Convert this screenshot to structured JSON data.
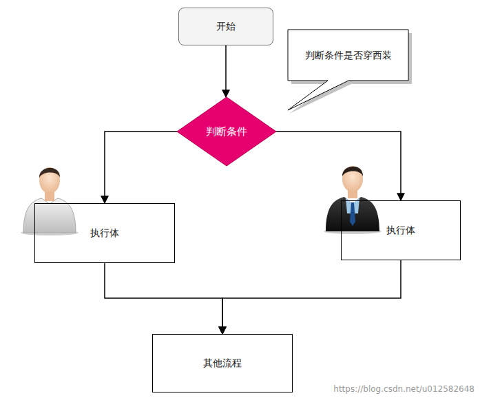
{
  "diagram": {
    "nodes": [
      {
        "text": [
          "开始"
        ]
      },
      {
        "text": [
          "判断条件是否穿西装"
        ]
      },
      {
        "text": [
          "判断条件"
        ]
      },
      {
        "text": [
          "执行体"
        ]
      },
      {
        "text": [
          "执行体"
        ]
      },
      {
        "text": [
          "其他流程"
        ]
      }
    ],
    "edges": [
      {
        "from": 0,
        "to": 2,
        "arrow": "to"
      },
      {
        "from": 2,
        "to": 3,
        "arrow": "to"
      },
      {
        "from": 2,
        "to": 4,
        "arrow": "to"
      },
      {
        "from": 3,
        "to": 5,
        "arrow": "to"
      },
      {
        "from": 4,
        "to": 5,
        "arrow": "to"
      }
    ],
    "labels": [
      "https://blog.csdn.net/u012582648"
    ]
  }
}
